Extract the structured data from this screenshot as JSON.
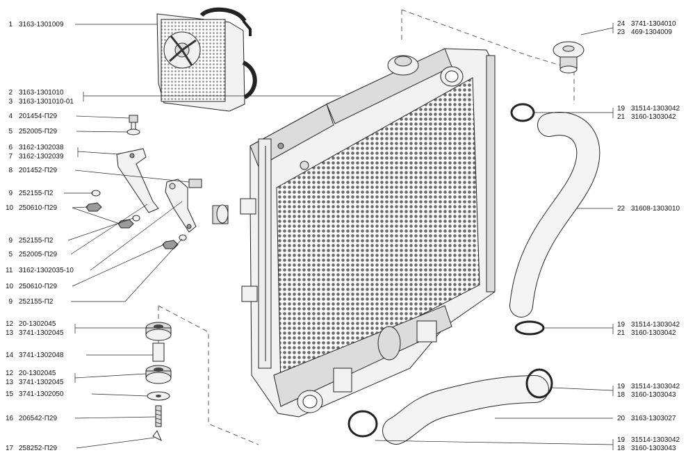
{
  "callouts_left": [
    {
      "num": "1",
      "code": "3163-1301009"
    },
    {
      "num": "2",
      "code": "3163-1301010"
    },
    {
      "num": "3",
      "code": "3163-1301010-01"
    },
    {
      "num": "4",
      "code": "201454-П29"
    },
    {
      "num": "5",
      "code": "252005-П29"
    },
    {
      "num": "6",
      "code": "3162-1302038"
    },
    {
      "num": "7",
      "code": "3162-1302039"
    },
    {
      "num": "8",
      "code": "201452-П29"
    },
    {
      "num": "9",
      "code": "252155-П2"
    },
    {
      "num": "10",
      "code": "250610-П29"
    },
    {
      "num": "9",
      "code": "252155-П2"
    },
    {
      "num": "5",
      "code": "252005-П29"
    },
    {
      "num": "11",
      "code": "3162-1302035-10"
    },
    {
      "num": "10",
      "code": "250610-П29"
    },
    {
      "num": "9",
      "code": "252155-П2"
    },
    {
      "num": "12",
      "code": "20-1302045"
    },
    {
      "num": "13",
      "code": "3741-1302045"
    },
    {
      "num": "14",
      "code": "3741-1302048"
    },
    {
      "num": "12",
      "code": "20-1302045"
    },
    {
      "num": "13",
      "code": "3741-1302045"
    },
    {
      "num": "15",
      "code": "3741-1302050"
    },
    {
      "num": "16",
      "code": "206542-П29"
    },
    {
      "num": "17",
      "code": "258252-П29"
    }
  ],
  "callouts_right": [
    {
      "num": "24",
      "code": "3741-1304010"
    },
    {
      "num": "23",
      "code": "469-1304009"
    },
    {
      "num": "19",
      "code": "31514-1303042"
    },
    {
      "num": "21",
      "code": "3160-1303042"
    },
    {
      "num": "22",
      "code": "31608-1303010"
    },
    {
      "num": "19",
      "code": "31514-1303042"
    },
    {
      "num": "21",
      "code": "3160-1303042"
    },
    {
      "num": "19",
      "code": "31514-1303042"
    },
    {
      "num": "18",
      "code": "3160-1303043"
    },
    {
      "num": "20",
      "code": "3163-1303027"
    },
    {
      "num": "19",
      "code": "31514-1303042"
    },
    {
      "num": "18",
      "code": "3160-1303043"
    }
  ]
}
